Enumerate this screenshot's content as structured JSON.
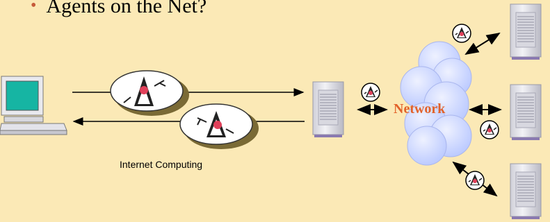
{
  "slide": {
    "bullet": "Agents on the Net?",
    "caption": "Internet Computing",
    "network_label": "Network"
  },
  "colors": {
    "background": "#fbe9b6",
    "bullet_dot": "#c65a3a",
    "network_label": "#e2622a",
    "cloud": "#c9d6ff",
    "server": "#e4e4ec"
  },
  "icons": [
    "computer-icon",
    "server-icon",
    "agent-icon",
    "network-cloud-icon",
    "double-arrow-icon"
  ]
}
